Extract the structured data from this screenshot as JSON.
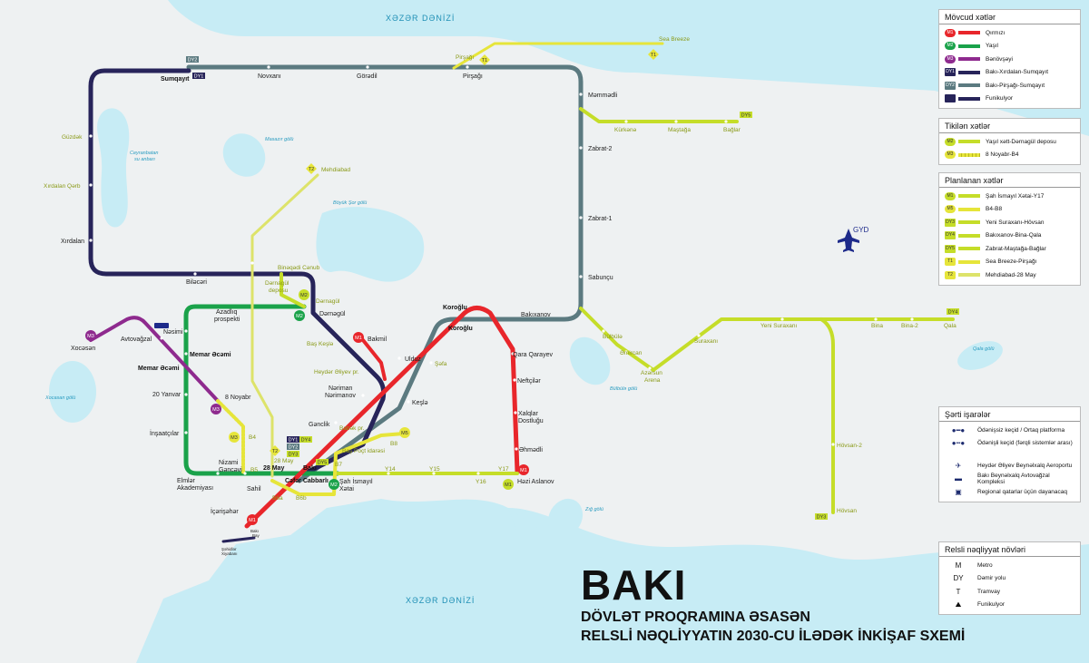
{
  "map": {
    "seas": {
      "top": "XƏZƏR DƏNİZİ",
      "bottom": "XƏZƏR DƏNİZİ"
    },
    "water_bodies": {
      "ceyranbatan": [
        "Ceyranbatan",
        "su anbarı"
      ],
      "masazir": "Masazır gölü",
      "boyuk_shor": "Böyük Şor gölü",
      "xocasan": "Xocasan gölü",
      "bulbule": "Bülbülə gölü",
      "zigh": "Zığ gölü",
      "qala": "Qala gölü"
    },
    "airport_code": "GYD",
    "colors": {
      "sea": "#c7ecf5",
      "land": "#eef1f2",
      "lake": "#c7ecf5",
      "red": "#e8262b",
      "green": "#1aa24a",
      "purple": "#8e2a8e",
      "navy": "#27245a",
      "slate": "#5b7a80",
      "lime": "#c5dd29",
      "yellow": "#e6e53a",
      "planned_yellow": "#dde36a"
    },
    "stations": {
      "sumqayit": "Sumqayıt",
      "novxani": "Novxanı",
      "goradil": "Görədil",
      "pirsagi": "Pirşağı",
      "pirsagi_small": "Pirşağı",
      "sea_breeze": "Sea Breeze",
      "mammadli": "Məmmədli",
      "kurkana": "Kürkənə",
      "mastaga": "Maştağa",
      "baglar": "Bağlar",
      "zabrat2": "Zabrat-2",
      "zabrat1": "Zabrat-1",
      "sabuncu": "Sabunçu",
      "guzdek": "Güzdək",
      "xirdalan_qerb": "Xırdalan Qərb",
      "xirdalan": "Xırdalan",
      "bilecari": "Biləcəri",
      "mehdiabad": "Mehdiabad",
      "binaqadi_cenub": "Binəqədi Cənub",
      "darnagul_deposu": [
        "Dərnagül",
        "deposu"
      ],
      "darnagul_m2": "Dərnagül",
      "darnagul": "Dərnəgül",
      "azadliq": [
        "Azadlıq",
        "prospekti"
      ],
      "nasimi": "Nəsimi",
      "memar_acami_1": "Memar Əcəmi",
      "memar_acami_2": "Memar Əcəmi",
      "avtovagzal": "Avtovağzal",
      "xocasan": "Xocəsən",
      "yanvar20": "20 Yanvar",
      "noyabr8": "8 Noyabr",
      "insaatcilar": "İnşaatçılar",
      "b4": "B4",
      "b5": "B5",
      "b6a": "B6a",
      "b6b": "B6b",
      "b7": "B7",
      "b8": "B8",
      "elmlar": [
        "Elmlər",
        "Akademiyası"
      ],
      "nizami": [
        "Nizami",
        "Gəncəvi"
      ],
      "may28": "28 May",
      "may28_small": "28 May",
      "baki": "Bakı",
      "sahil": "Sahil",
      "icarisahar": "İçərişəhər",
      "cafar_cabbarli": "Cəfər Cabbarlı",
      "sah_ismayil": [
        "Şah İsmayıl",
        "Xətai"
      ],
      "bas_posta": "Baş Poçt idarəsi",
      "ganclik": "Gənclik",
      "babak": "Babək pr.",
      "nariman": [
        "Nəriman",
        "Nərimanov"
      ],
      "heydar_aliyev": "Heydər Əliyev pr.",
      "bas_kesla": "Baş Keşlə",
      "bakmil": "Bakmil",
      "ulduz": "Ulduz",
      "safa": "Şəfa",
      "kesla": "Keşlə",
      "koroglu_1": "Koroğlu",
      "koroglu_2": "Koroğlu",
      "qara_qarayev": "Qara Qarayev",
      "neftciler": "Neftçilər",
      "xalqlar": [
        "Xalqlar",
        "Dostluğu"
      ],
      "ahmadli": "Əhmədli",
      "hazi_aslanov": "Həzi Aslanov",
      "y14": "Y14",
      "y15": "Y15",
      "y16": "Y16",
      "y17": "Y17",
      "bakixanov": "Bakıxanov",
      "bulbula": "Bülbülə",
      "amircan": "Əmircan",
      "azersun": [
        "Azərsun",
        "Arena"
      ],
      "suraxani": "Suraxanı",
      "yeni_suraxani": "Yeni Suraxanı",
      "bina": "Bina",
      "bina2": "Bina-2",
      "qala": "Qala",
      "hovsan2": "Hövsan-2",
      "hovsan": "Hövsan",
      "sahidlar": [
        "Şəhidlər",
        "Xiyabanı"
      ],
      "baki_bay": [
        "Bakı",
        "Bay"
      ]
    },
    "badges": {
      "dy1": "DY1",
      "dy2": "DY2",
      "dy3": "DY3",
      "dy4": "DY4",
      "dy5": "DY5",
      "m1": "M1",
      "m2": "M2",
      "m3": "M3",
      "m5": "M5",
      "t1": "T1",
      "t2": "T2"
    }
  },
  "legend_existing": {
    "title": "Mövcud xətlər",
    "items": [
      {
        "badge": "M1",
        "label": "Qırmızı",
        "color": "#e8262b"
      },
      {
        "badge": "M2",
        "label": "Yaşıl",
        "color": "#1aa24a"
      },
      {
        "badge": "M3",
        "label": "Bənövşəyi",
        "color": "#8e2a8e"
      },
      {
        "badge": "DY1",
        "label": "Bakı-Xırdalan-Sumqayıt",
        "color": "#27245a"
      },
      {
        "badge": "DY2",
        "label": "Bakı-Pirşağı-Sumqayıt",
        "color": "#5b7a80"
      },
      {
        "badge": "",
        "label": "Funikulyor",
        "color": "#27245a"
      }
    ]
  },
  "legend_construction": {
    "title": "Tikilən xətlər",
    "items": [
      {
        "badge": "M2",
        "label": "Yaşıl xətt-Dərnagül deposu",
        "color": "#c5dd29"
      },
      {
        "badge": "M3",
        "label": "8 Noyabr-B4",
        "color": "#e6e53a"
      }
    ]
  },
  "legend_planned": {
    "title": "Planlanan xətlər",
    "items": [
      {
        "badge": "M1",
        "label": "Şah İsmayıl Xətai-Y17",
        "color": "#c5dd29"
      },
      {
        "badge": "M5",
        "label": "B4-B8",
        "color": "#e6e53a"
      },
      {
        "badge": "DY3",
        "label": "Yeni Suraxanı-Hövsan",
        "color": "#c5dd29"
      },
      {
        "badge": "DY4",
        "label": "Bakıxanov-Bina-Qala",
        "color": "#c5dd29"
      },
      {
        "badge": "DY5",
        "label": "Zabrat-Maştağa-Bağlar",
        "color": "#c5dd29"
      },
      {
        "badge": "T1",
        "label": "Sea Breeze-Pirşağı",
        "color": "#e6e53a"
      },
      {
        "badge": "T2",
        "label": "Mehdiabad-28 May",
        "color": "#e6e53a"
      }
    ]
  },
  "legend_symbols": {
    "title": "Şərti işarələr",
    "items": [
      {
        "label": "Ödənişsiz keçid / Ortaq platforma"
      },
      {
        "label": "Ödənişli keçid (fərqli sistemlər arası)"
      },
      {
        "label": "Heydər Əliyev Beynəlxalq Aeroportu"
      },
      {
        "label": "Bakı Beynəlxalq Avtovağzal Kompleksi"
      },
      {
        "label": "Regional qatarlar üçün dayanacaq"
      }
    ]
  },
  "legend_types": {
    "title": "Relsli nəqliyyat növləri",
    "items": [
      {
        "symbol": "M",
        "label": "Metro"
      },
      {
        "symbol": "DY",
        "label": "Dəmir yolu"
      },
      {
        "symbol": "T",
        "label": "Tramvay"
      },
      {
        "symbol": "",
        "label": "Funikulyor"
      }
    ]
  },
  "title": {
    "main": "BAKI",
    "line1": "DÖVLƏT PROQRAMINA ƏSASƏN",
    "line2": "RELSLİ NƏQLİYYATIN 2030-CU İLƏDƏK İNKİŞAF SXEMİ"
  }
}
